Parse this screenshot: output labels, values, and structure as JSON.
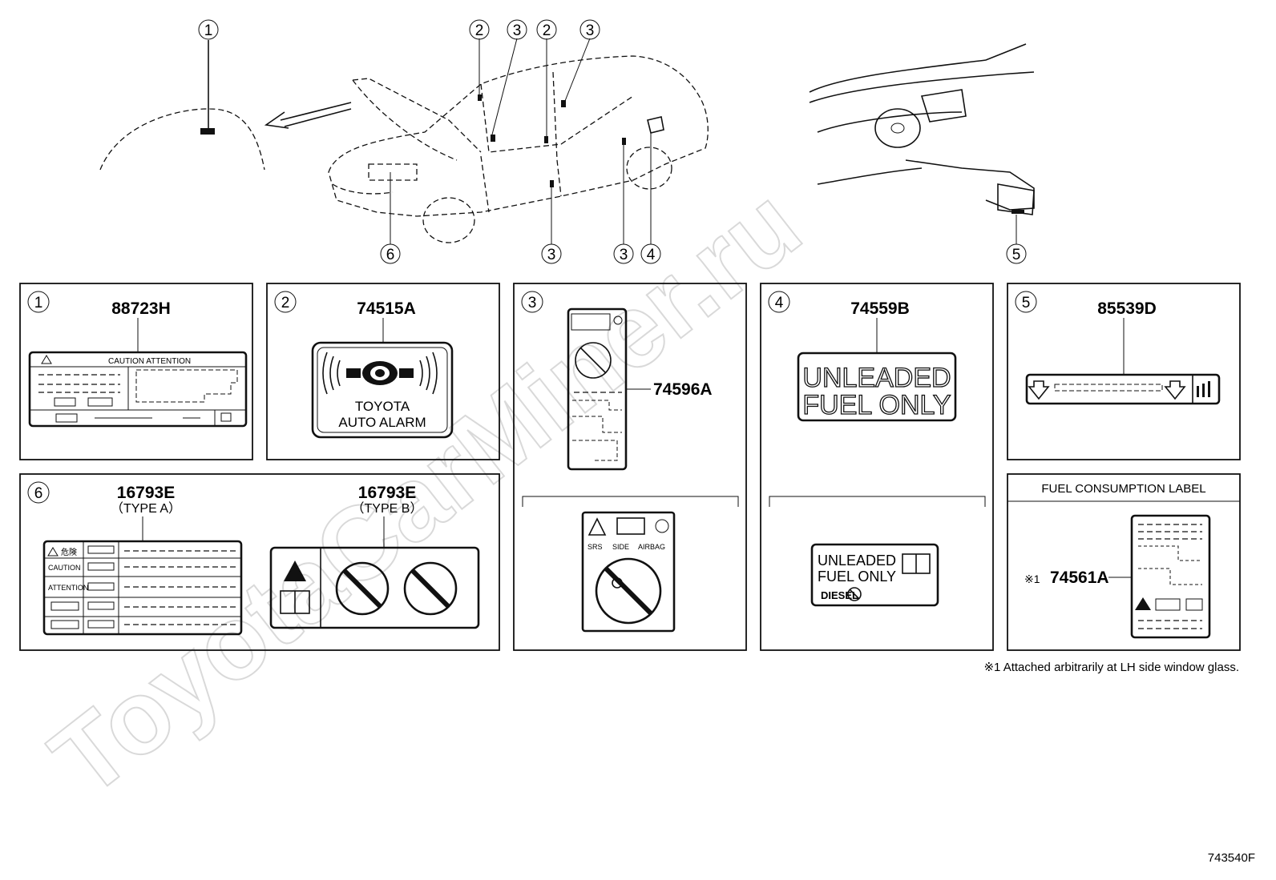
{
  "callouts": {
    "c1": "1",
    "c2": "2",
    "c3": "3",
    "c4": "4",
    "c5": "5",
    "c6": "6"
  },
  "parts": {
    "p1": "88723H",
    "p2": "74515A",
    "p3": "74596A",
    "p4": "74559B",
    "p5": "85539D",
    "p6a": "16793E",
    "p6a_type": "（TYPE A）",
    "p6b": "16793E",
    "p6b_type": "（TYPE B）",
    "p7": "74561A",
    "p7_prefix": "※1"
  },
  "labels": {
    "caution_attention": "CAUTION  ATTENTION",
    "toyota": "TOYOTA",
    "auto_alarm": "AUTO ALARM",
    "unleaded": "UNLEADED",
    "fuel_only": "FUEL ONLY",
    "diesel": "DIESEL",
    "srs": "SRS",
    "side": "SIDE",
    "airbag": "AIRBAG",
    "kiken": "危険",
    "caution": "CAUTION",
    "attention": "ATTENTION",
    "fuel_consumption_label": "FUEL CONSUMPTION LABEL"
  },
  "note": "※1 Attached arbitrarily at LH side window glass.",
  "figure_id": "743540F",
  "watermark": "ToyotaCarMiner.ru"
}
